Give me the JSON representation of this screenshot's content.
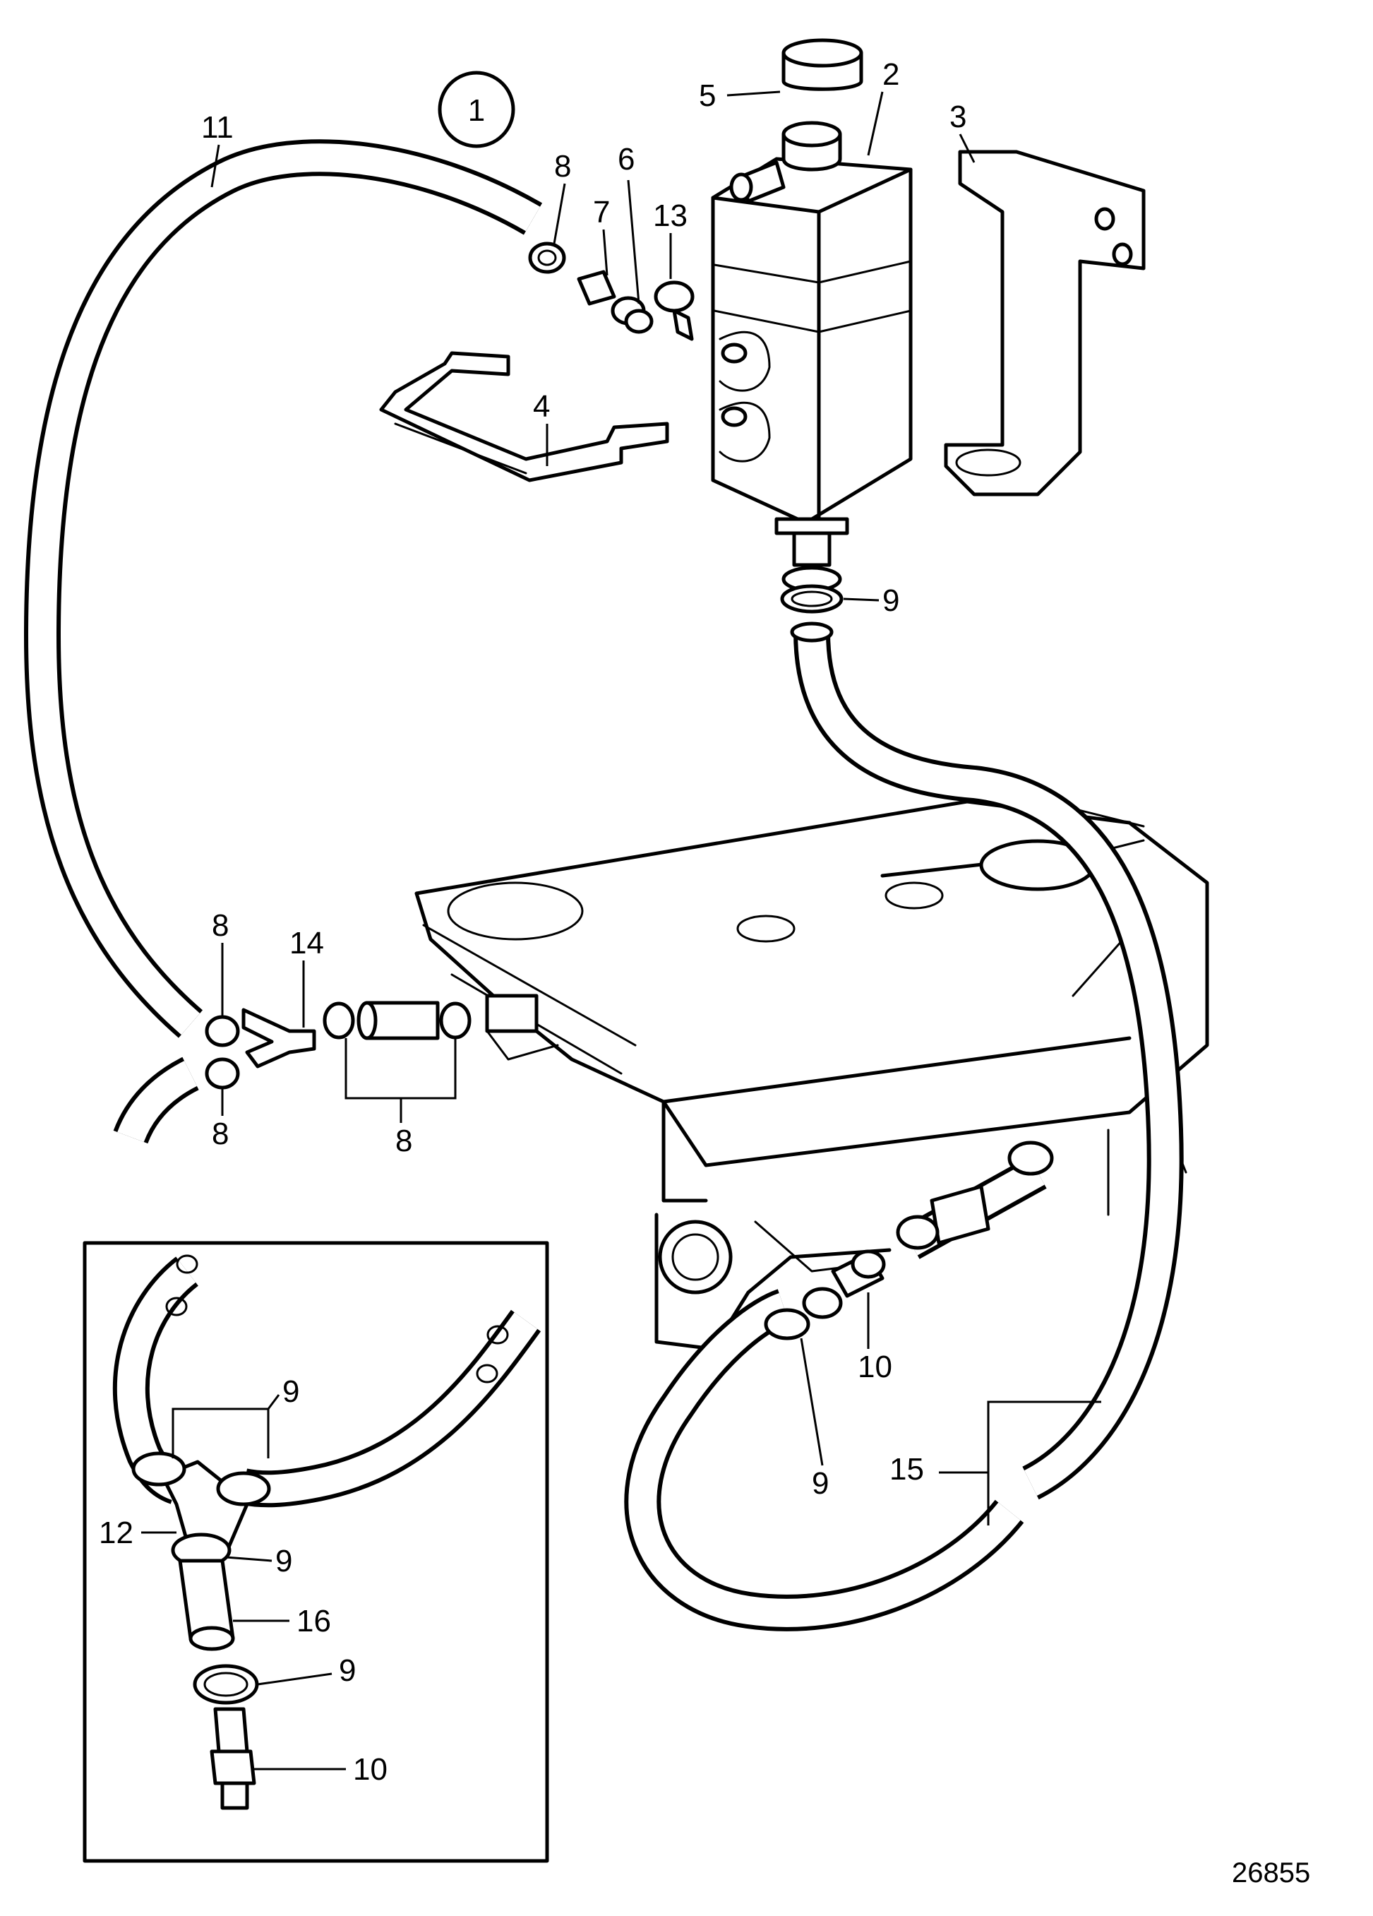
{
  "diagram": {
    "variant_marker": "1",
    "drawing_number": "26855",
    "labels": {
      "l1": "2",
      "l2": "3",
      "l3": "4",
      "l4": "5",
      "l5": "6",
      "l6": "7",
      "l7": "8",
      "l8": "8",
      "l9": "8",
      "l10": "8",
      "l11": "9",
      "l12": "9",
      "l13": "10",
      "l14": "11",
      "l15": "13",
      "l16": "14",
      "l17": "15",
      "i1": "9",
      "i2": "9",
      "i3": "9",
      "i4": "10",
      "i5": "12",
      "i6": "16"
    }
  }
}
